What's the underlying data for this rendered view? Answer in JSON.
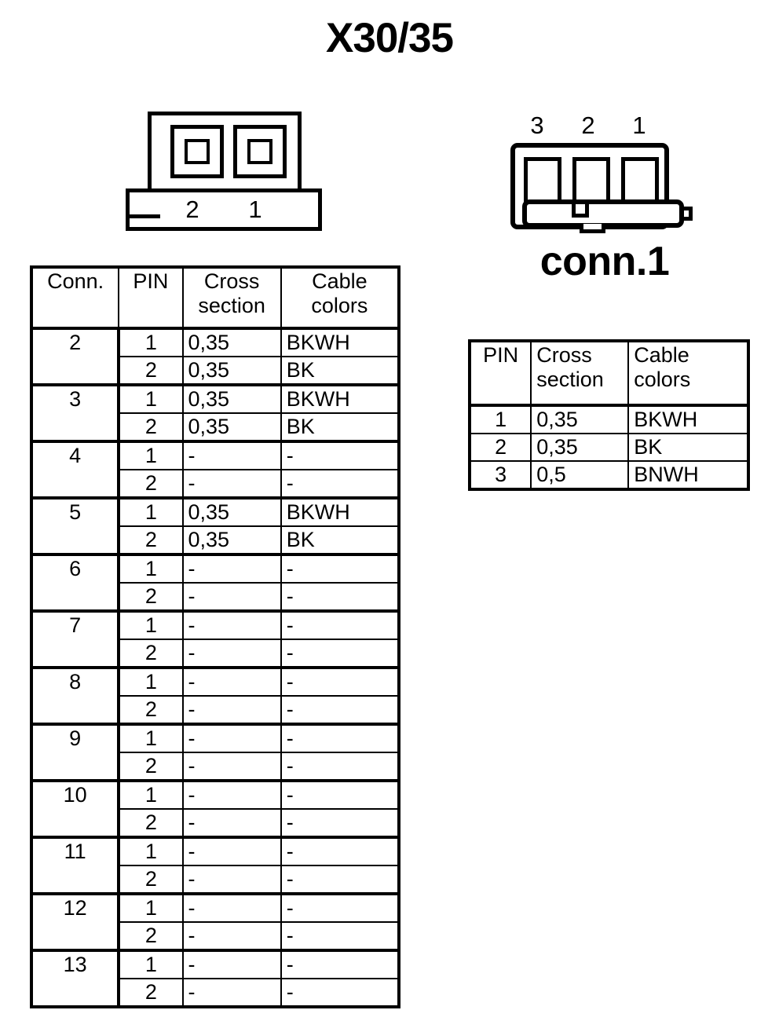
{
  "title": "X30/35",
  "connector_a": {
    "name": "connector-2pin",
    "pin_labels": [
      "2",
      "1"
    ],
    "pin_count": 2
  },
  "connector_b": {
    "name": "connector-3pin",
    "caption": "conn.1",
    "pin_labels": [
      "3",
      "2",
      "1"
    ],
    "pin_count": 3
  },
  "main_table": {
    "headers": {
      "conn": "Conn.",
      "pin": "PIN",
      "cross_line1": "Cross",
      "cross_line2": "section",
      "color_line1": "Cable",
      "color_line2": "colors"
    },
    "groups": [
      {
        "conn": "2",
        "rows": [
          {
            "pin": "1",
            "cross": "0,35",
            "color": "BKWH"
          },
          {
            "pin": "2",
            "cross": "0,35",
            "color": "BK"
          }
        ]
      },
      {
        "conn": "3",
        "rows": [
          {
            "pin": "1",
            "cross": "0,35",
            "color": "BKWH"
          },
          {
            "pin": "2",
            "cross": "0,35",
            "color": "BK"
          }
        ]
      },
      {
        "conn": "4",
        "rows": [
          {
            "pin": "1",
            "cross": "-",
            "color": "-"
          },
          {
            "pin": "2",
            "cross": "-",
            "color": "-"
          }
        ]
      },
      {
        "conn": "5",
        "rows": [
          {
            "pin": "1",
            "cross": "0,35",
            "color": "BKWH"
          },
          {
            "pin": "2",
            "cross": "0,35",
            "color": "BK"
          }
        ]
      },
      {
        "conn": "6",
        "rows": [
          {
            "pin": "1",
            "cross": "-",
            "color": "-"
          },
          {
            "pin": "2",
            "cross": "-",
            "color": "-"
          }
        ]
      },
      {
        "conn": "7",
        "rows": [
          {
            "pin": "1",
            "cross": "-",
            "color": "-"
          },
          {
            "pin": "2",
            "cross": "-",
            "color": "-"
          }
        ]
      },
      {
        "conn": "8",
        "rows": [
          {
            "pin": "1",
            "cross": "-",
            "color": "-"
          },
          {
            "pin": "2",
            "cross": "-",
            "color": "-"
          }
        ]
      },
      {
        "conn": "9",
        "rows": [
          {
            "pin": "1",
            "cross": "-",
            "color": "-"
          },
          {
            "pin": "2",
            "cross": "-",
            "color": "-"
          }
        ]
      },
      {
        "conn": "10",
        "rows": [
          {
            "pin": "1",
            "cross": "-",
            "color": "-"
          },
          {
            "pin": "2",
            "cross": "-",
            "color": "-"
          }
        ]
      },
      {
        "conn": "11",
        "rows": [
          {
            "pin": "1",
            "cross": "-",
            "color": "-"
          },
          {
            "pin": "2",
            "cross": "-",
            "color": "-"
          }
        ]
      },
      {
        "conn": "12",
        "rows": [
          {
            "pin": "1",
            "cross": "-",
            "color": "-"
          },
          {
            "pin": "2",
            "cross": "-",
            "color": "-"
          }
        ]
      },
      {
        "conn": "13",
        "rows": [
          {
            "pin": "1",
            "cross": "-",
            "color": "-"
          },
          {
            "pin": "2",
            "cross": "-",
            "color": "-"
          }
        ]
      }
    ]
  },
  "conn1_table": {
    "headers": {
      "pin": "PIN",
      "cross_line1": "Cross",
      "cross_line2": "section",
      "color_line1": "Cable",
      "color_line2": "colors"
    },
    "rows": [
      {
        "pin": "1",
        "cross": "0,35",
        "color": "BKWH"
      },
      {
        "pin": "2",
        "cross": "0,35",
        "color": "BK"
      },
      {
        "pin": "3",
        "cross": "0,5",
        "color": "BNWH"
      }
    ]
  },
  "colors": {
    "line": "#000000",
    "background": "#ffffff"
  }
}
